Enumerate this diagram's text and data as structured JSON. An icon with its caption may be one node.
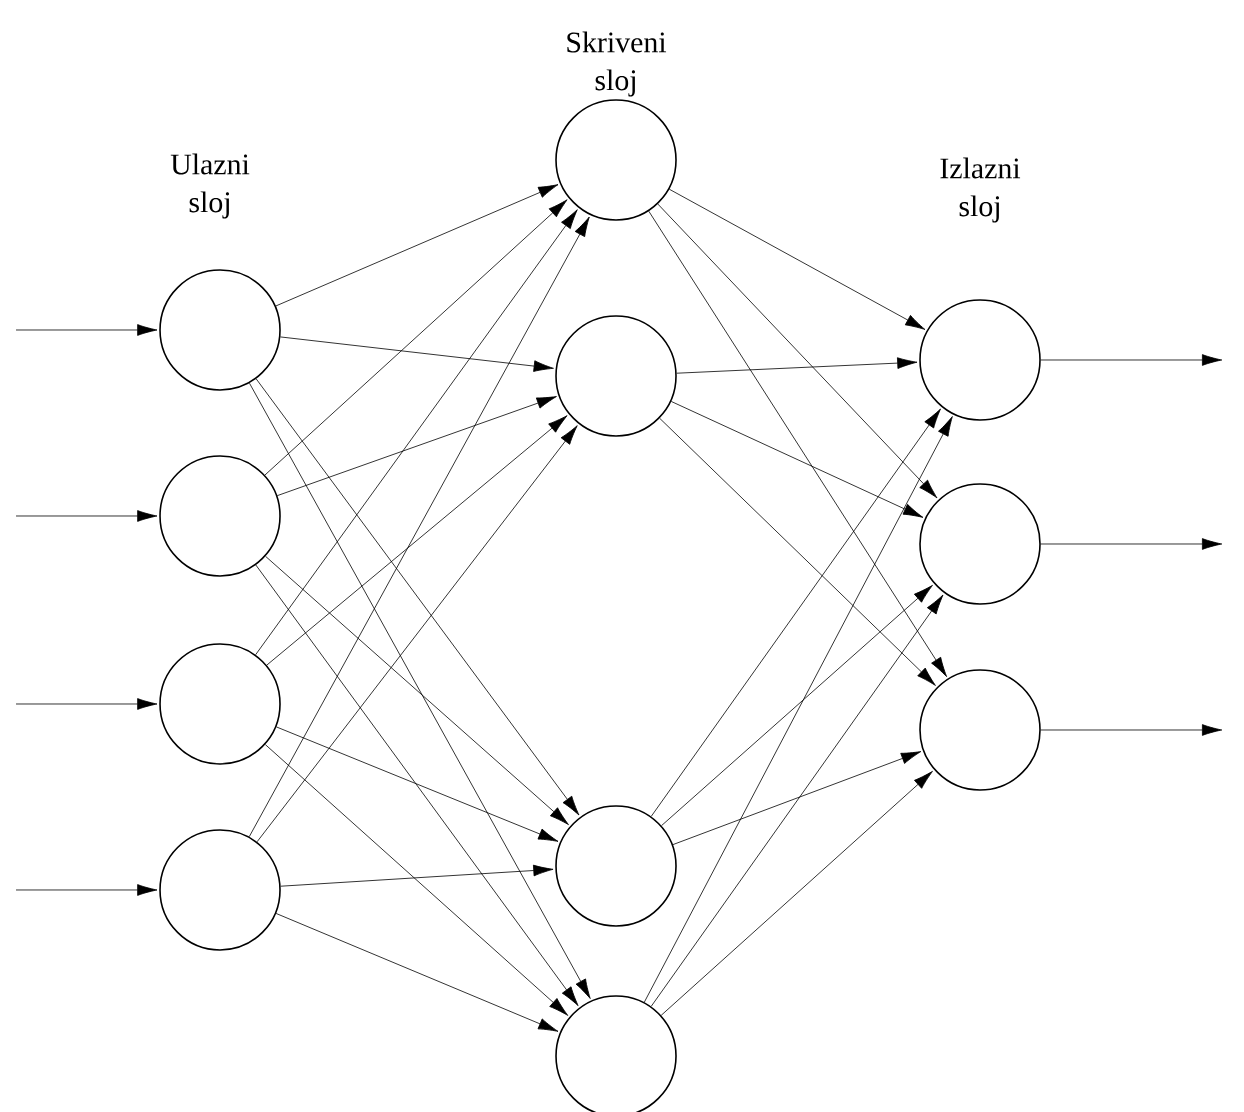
{
  "diagram": {
    "nodes": [
      {
        "text": [],
        "shape": "circle"
      },
      {
        "text": [],
        "shape": "circle"
      },
      {
        "text": [],
        "shape": "circle"
      },
      {
        "text": [],
        "shape": "circle"
      },
      {
        "text": [],
        "shape": "circle"
      },
      {
        "text": [],
        "shape": "circle"
      },
      {
        "text": [],
        "shape": "circle"
      },
      {
        "text": [],
        "shape": "circle"
      },
      {
        "text": [],
        "shape": "circle"
      },
      {
        "text": [],
        "shape": "circle"
      },
      {
        "text": [],
        "shape": "circle"
      }
    ],
    "edges": [
      {
        "from": null,
        "to": 0,
        "arrow": "to"
      },
      {
        "from": null,
        "to": 1,
        "arrow": "to"
      },
      {
        "from": null,
        "to": 2,
        "arrow": "to"
      },
      {
        "from": null,
        "to": 3,
        "arrow": "to"
      },
      {
        "from": 0,
        "to": 4,
        "arrow": "to"
      },
      {
        "from": 0,
        "to": 5,
        "arrow": "to"
      },
      {
        "from": 0,
        "to": 6,
        "arrow": "to"
      },
      {
        "from": 0,
        "to": 7,
        "arrow": "to"
      },
      {
        "from": 1,
        "to": 4,
        "arrow": "to"
      },
      {
        "from": 1,
        "to": 5,
        "arrow": "to"
      },
      {
        "from": 1,
        "to": 6,
        "arrow": "to"
      },
      {
        "from": 1,
        "to": 7,
        "arrow": "to"
      },
      {
        "from": 2,
        "to": 4,
        "arrow": "to"
      },
      {
        "from": 2,
        "to": 5,
        "arrow": "to"
      },
      {
        "from": 2,
        "to": 6,
        "arrow": "to"
      },
      {
        "from": 2,
        "to": 7,
        "arrow": "to"
      },
      {
        "from": 3,
        "to": 4,
        "arrow": "to"
      },
      {
        "from": 3,
        "to": 5,
        "arrow": "to"
      },
      {
        "from": 3,
        "to": 6,
        "arrow": "to"
      },
      {
        "from": 3,
        "to": 7,
        "arrow": "to"
      },
      {
        "from": 4,
        "to": 8,
        "arrow": "to"
      },
      {
        "from": 4,
        "to": 9,
        "arrow": "to"
      },
      {
        "from": 4,
        "to": 10,
        "arrow": "to"
      },
      {
        "from": 5,
        "to": 8,
        "arrow": "to"
      },
      {
        "from": 5,
        "to": 9,
        "arrow": "to"
      },
      {
        "from": 5,
        "to": 10,
        "arrow": "to"
      },
      {
        "from": 6,
        "to": 8,
        "arrow": "to"
      },
      {
        "from": 6,
        "to": 9,
        "arrow": "to"
      },
      {
        "from": 6,
        "to": 10,
        "arrow": "to"
      },
      {
        "from": 7,
        "to": 8,
        "arrow": "to"
      },
      {
        "from": 7,
        "to": 9,
        "arrow": "to"
      },
      {
        "from": 7,
        "to": 10,
        "arrow": "to"
      },
      {
        "from": 8,
        "to": null,
        "arrow": "to"
      },
      {
        "from": 9,
        "to": null,
        "arrow": "to"
      },
      {
        "from": 10,
        "to": null,
        "arrow": "to"
      }
    ],
    "labels": [
      "Skriveni sloj",
      "Ulazni sloj",
      "Izlazni sloj"
    ]
  }
}
